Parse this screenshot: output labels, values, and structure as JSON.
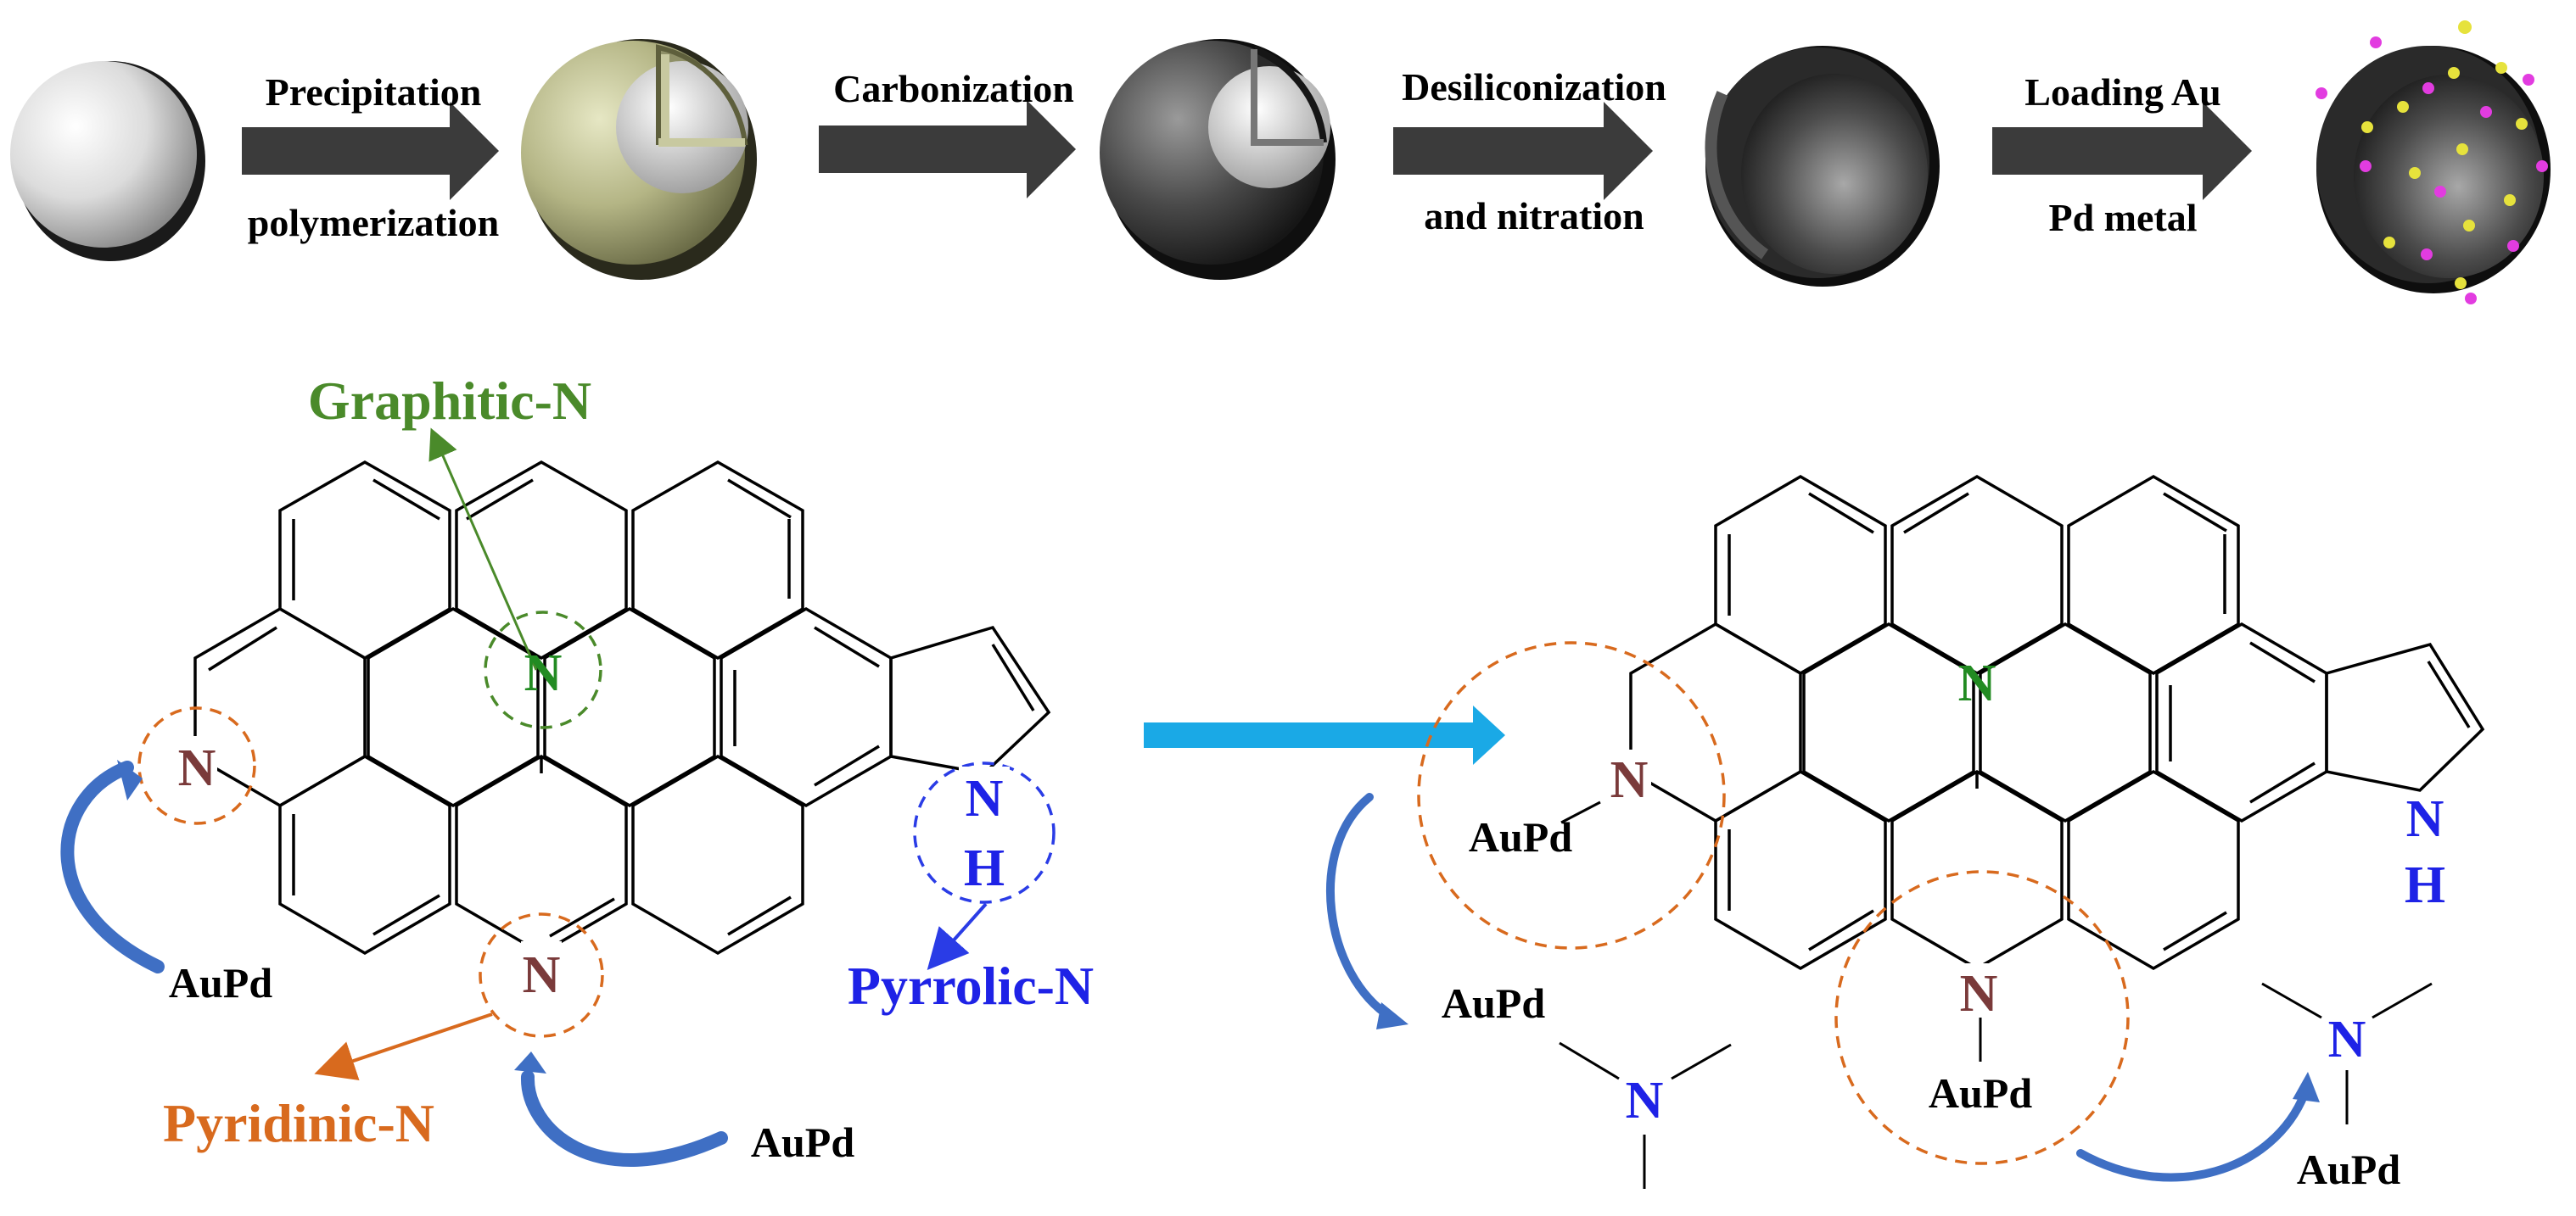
{
  "steps": [
    {
      "line1": "Precipitation",
      "line2": "polymerization"
    },
    {
      "line1": "Carbonization",
      "line2": ""
    },
    {
      "line1": "Desiliconization",
      "line2": "and nitration"
    },
    {
      "line1": "Loading Au",
      "line2": "Pd metal"
    }
  ],
  "labels": {
    "graphitic": "Graphitic-N",
    "pyridinic": "Pyridinic-N",
    "pyrrolic": "Pyrrolic-N",
    "aupd": "AuPd",
    "n": "N",
    "h": "H"
  },
  "colors": {
    "magenta": "#e84fe3",
    "cyan": "#37e8ee",
    "green": "#36d23c",
    "orange": "#ee8a4c",
    "pink": "#f3a6cf",
    "purple": "#9a52e4",
    "arrow_blue": "#1aa9e6",
    "graphitic_text": "#4a8a2a",
    "pyridinic_text": "#d86a1e",
    "pyrrolic_text": "#1e22e6",
    "n_brown": "#7a3a3a"
  }
}
